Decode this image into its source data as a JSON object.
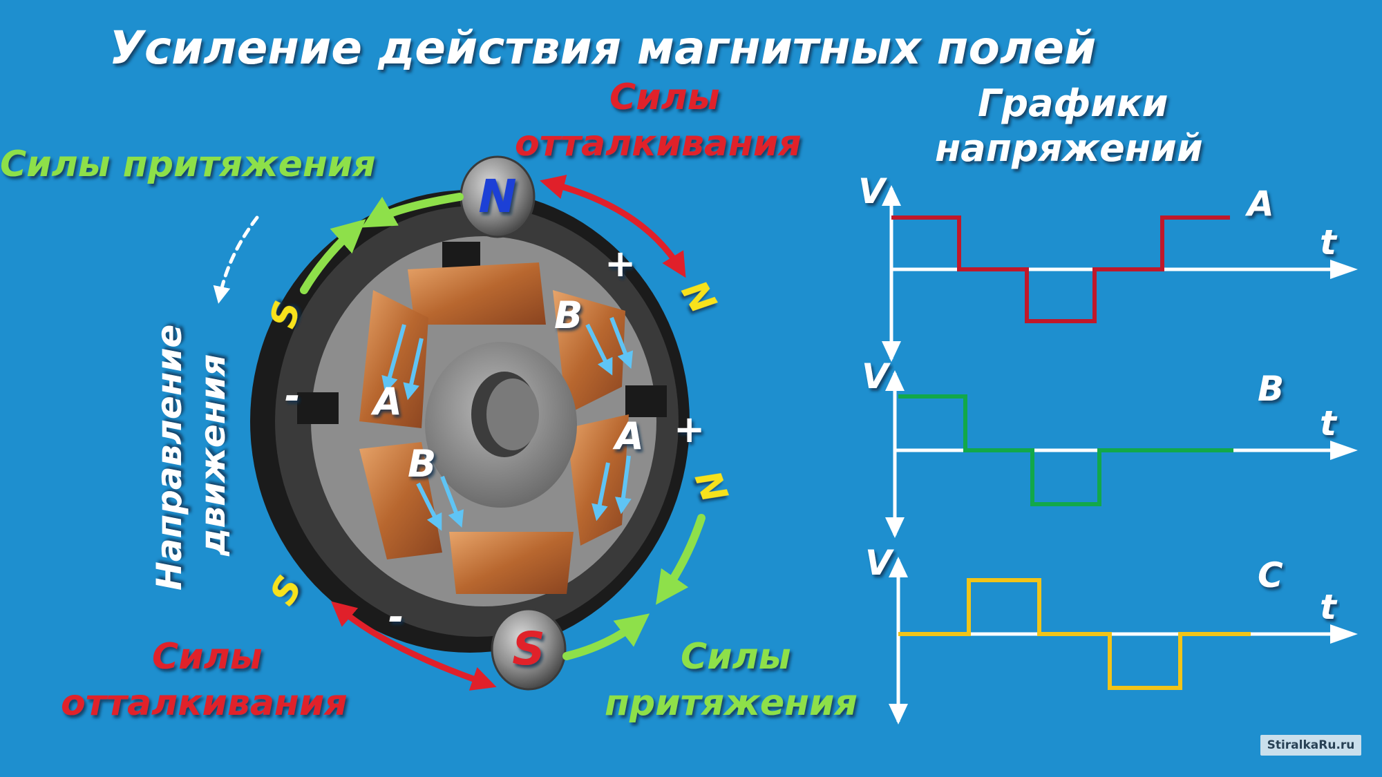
{
  "title": "Усиление действия магнитных полей",
  "labels": {
    "repulsion_top": [
      "Силы",
      "отталкивания"
    ],
    "repulsion_bottom": [
      "Силы",
      "отталкивания"
    ],
    "attraction_left": "Силы притяжения",
    "attraction_bottom": [
      "Силы",
      "притяжения"
    ],
    "direction": [
      "Направление",
      "движения"
    ],
    "graphs_title": [
      "Графики",
      "напряжений"
    ]
  },
  "motor": {
    "rotor_poles": {
      "north": "N",
      "south": "S"
    },
    "stator_poles": [
      "S",
      "N",
      "N",
      "S"
    ],
    "coils": [
      "A",
      "A",
      "B",
      "B"
    ],
    "terminals": [
      "+",
      "+",
      "-",
      "-"
    ]
  },
  "chart_data": [
    {
      "type": "line",
      "series": [
        {
          "name": "A",
          "values": [
            1,
            0,
            -1,
            0,
            1
          ],
          "color": "#c0182a"
        }
      ],
      "axis_labels": {
        "y": "V",
        "x": "t"
      }
    },
    {
      "type": "line",
      "series": [
        {
          "name": "B",
          "values": [
            1,
            0,
            -1,
            0,
            0
          ],
          "color": "#12a84a"
        }
      ],
      "axis_labels": {
        "y": "V",
        "x": "t"
      }
    },
    {
      "type": "line",
      "series": [
        {
          "name": "C",
          "values": [
            0,
            1,
            0,
            -1,
            0
          ],
          "color": "#f2c418"
        }
      ],
      "axis_labels": {
        "y": "V",
        "x": "t"
      }
    }
  ],
  "watermark": "StiralkaRu.ru",
  "colors": {
    "background": "#1e8fcf",
    "repulsion": "#e0202a",
    "attraction": "#8ee04a",
    "pole_label": "#f7e21a"
  }
}
